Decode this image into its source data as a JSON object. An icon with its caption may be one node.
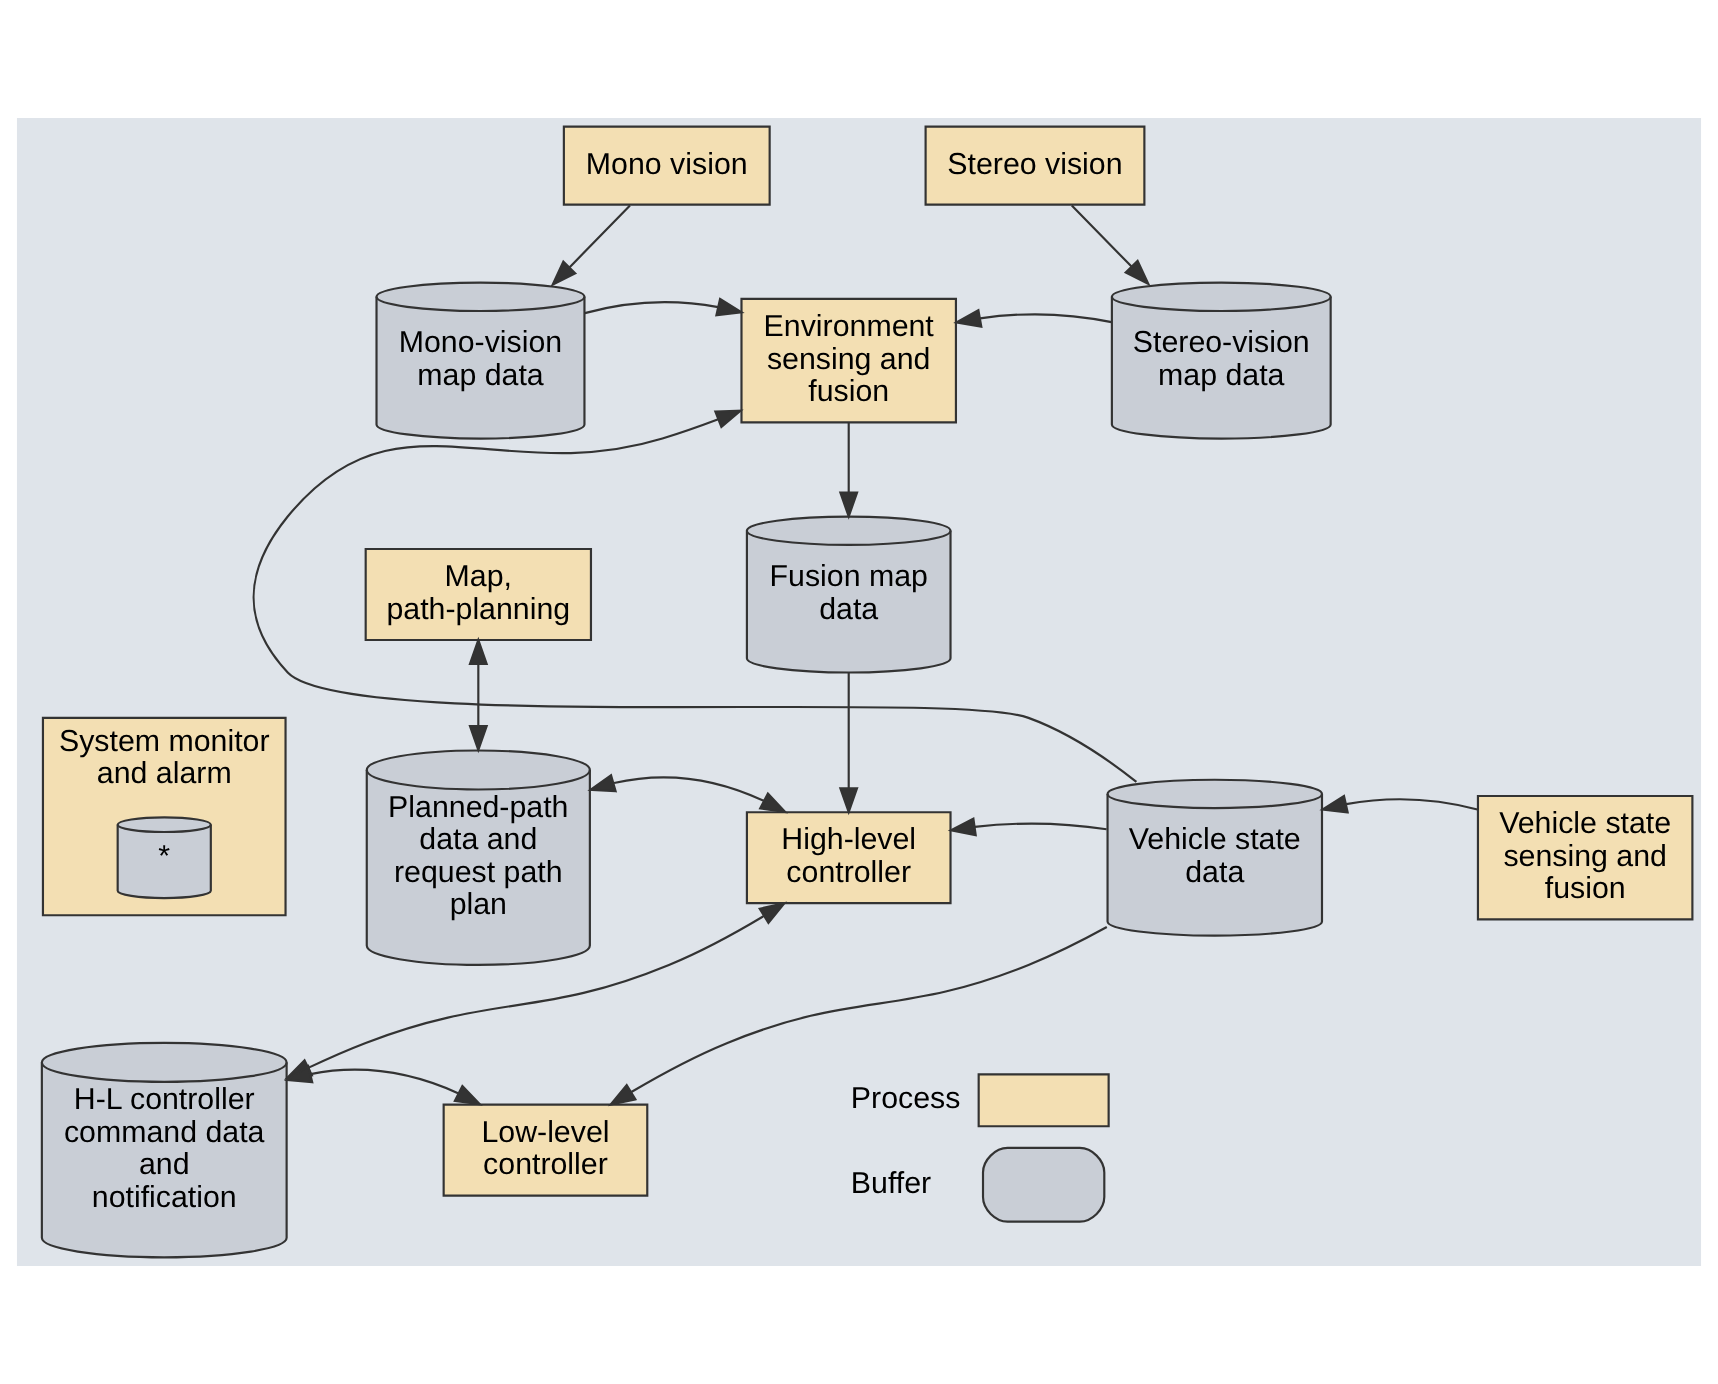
{
  "diagram": {
    "nodes": [
      {
        "text": [
          "Mono vision"
        ]
      },
      {
        "text": [
          "Stereo vision"
        ]
      },
      {
        "text": [
          "Mono-vision map data"
        ]
      },
      {
        "text": [
          "Environment sensing and fusion"
        ]
      },
      {
        "text": [
          "Stereo-vision map data"
        ]
      },
      {
        "text": [
          "Map, path-planning"
        ]
      },
      {
        "text": [
          "Fusion map data"
        ]
      },
      {
        "text": [
          "Planned-path data and request path plan"
        ]
      },
      {
        "text": [
          "High-level controller"
        ]
      },
      {
        "text": [
          "Vehicle state data"
        ]
      },
      {
        "text": [
          "Vehicle state sensing and fusion"
        ]
      },
      {
        "text": [
          "System monitor and alarm"
        ]
      },
      {
        "text": [
          "*"
        ],
        "in": 11
      },
      {
        "text": [
          "H-L controller command data and notification"
        ]
      },
      {
        "text": [
          "Low-level controller"
        ]
      }
    ],
    "edges": [
      {
        "from": 0,
        "to": 2,
        "arrow": "to"
      },
      {
        "from": 1,
        "to": 4,
        "arrow": "to"
      },
      {
        "from": 2,
        "to": 3,
        "arrow": "to"
      },
      {
        "from": 4,
        "to": 3,
        "arrow": "to"
      },
      {
        "from": 3,
        "to": 6,
        "arrow": "to"
      },
      {
        "from": 5,
        "to": 7,
        "arrow": "both"
      },
      {
        "from": 6,
        "to": 8,
        "arrow": "to"
      },
      {
        "from": 7,
        "to": 8,
        "arrow": "both"
      },
      {
        "from": 9,
        "to": 8,
        "arrow": "to"
      },
      {
        "from": 9,
        "to": 3,
        "arrow": "to"
      },
      {
        "from": 10,
        "to": 9,
        "arrow": "to"
      },
      {
        "from": 8,
        "to": 13,
        "arrow": "both"
      },
      {
        "from": 13,
        "to": 14,
        "arrow": "both"
      },
      {
        "from": 9,
        "to": 14,
        "arrow": "to"
      }
    ],
    "legend": [
      {
        "text": "Process",
        "color": "#f3dfb3"
      },
      {
        "text": "Buffer"
      }
    ]
  }
}
